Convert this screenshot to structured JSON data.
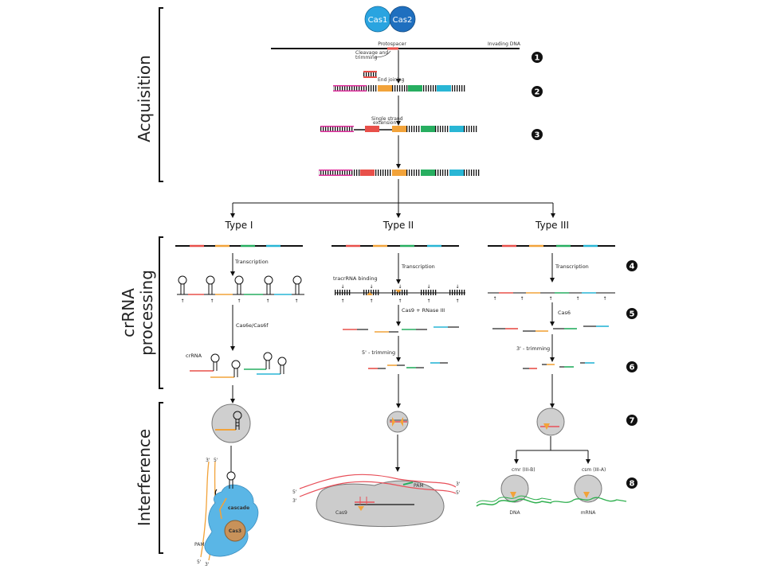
{
  "colors": {
    "magenta": "#e0309e",
    "red": "#e8504a",
    "orange": "#f2a33a",
    "green": "#27ae60",
    "cyan": "#29b6d5",
    "black": "#111111",
    "grey": "#cccccc",
    "cas1": "#2aa4e0",
    "cas2": "#1f6fbf",
    "cascade": "#5ab6e6",
    "cas3": "#c8925a",
    "rna_red": "#e8505a",
    "dna_green": "#2eaf4e"
  },
  "sections": {
    "acquisition": "Acquisition",
    "crrna_line1": "crRNA",
    "crrna_line2": "processing",
    "interference": "Interference"
  },
  "acquisition": {
    "cas1": "Cas1",
    "cas2": "Cas2",
    "protospacer": "Protospacer",
    "invading_dna": "Invading DNA",
    "cleavage": "Cleavage and",
    "trimming": "trimming",
    "end_joining": "End joining",
    "single_strand1": "Single strand",
    "single_strand2": "extension"
  },
  "types": {
    "type1": "Type I",
    "type2": "Type II",
    "type3": "Type III"
  },
  "processing": {
    "transcription": "Transcription",
    "tracr_binding": "tracrRNA binding",
    "cas6e": "Cas6e/Cas6f",
    "cas9_rnase": "Cas9 + RNase III",
    "cas6": "Cas6",
    "crrna": "crRNA",
    "trim5": "5' - trimming",
    "trim3": "3' - trimming"
  },
  "interference": {
    "prime3": "3'",
    "prime5": "5'",
    "cascade": "cascade",
    "cas3": "Cas3",
    "pam": "PAM",
    "cas9": "Cas9",
    "cmr_label": "cmr (III-B)",
    "csm_label": "csm (III-A)",
    "dna": "DNA",
    "mrna": "mRNA"
  },
  "steps": [
    "1",
    "2",
    "3",
    "4",
    "5",
    "6",
    "7",
    "8"
  ]
}
